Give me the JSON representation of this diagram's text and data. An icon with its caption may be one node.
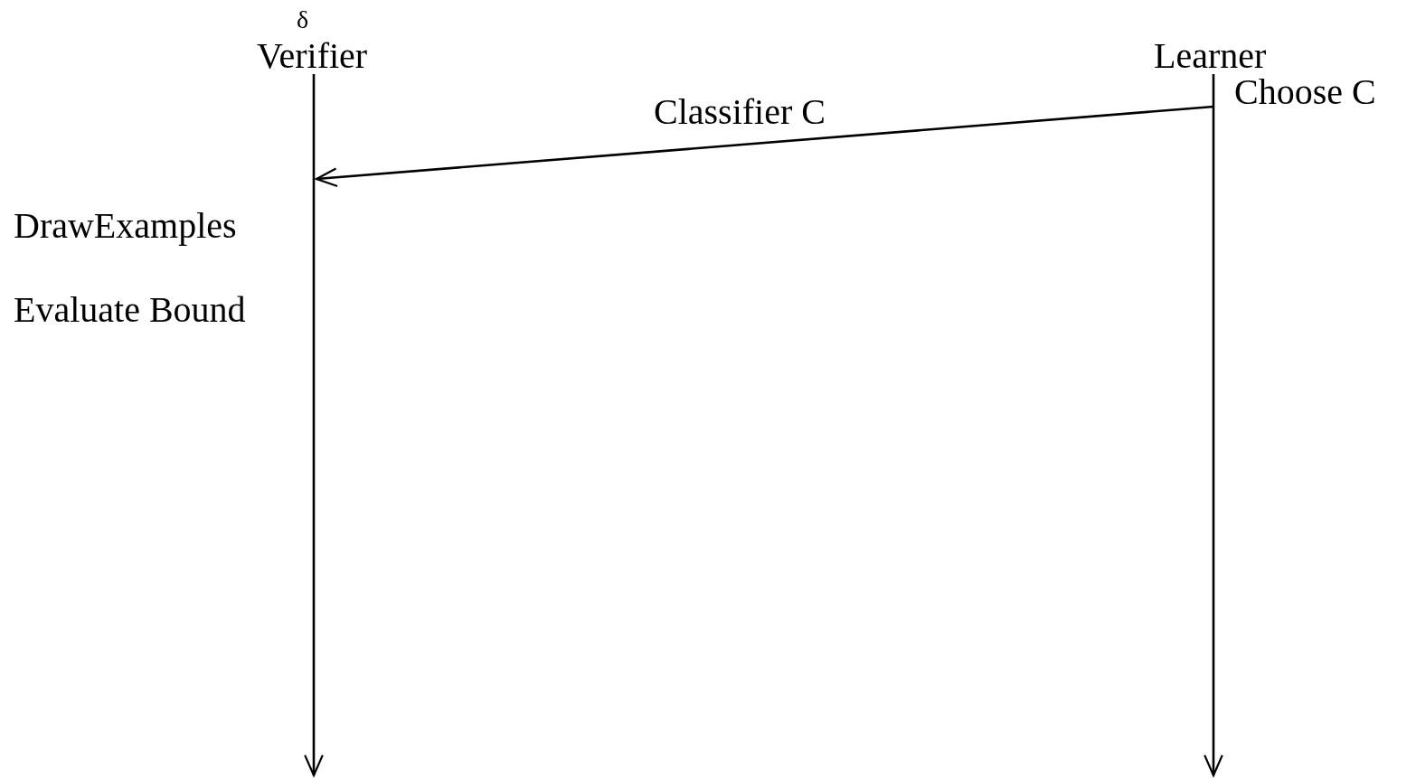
{
  "diagram": {
    "nodes": [
      {
        "text": [
          "Verifier"
        ]
      },
      {
        "text": [
          "Learner"
        ]
      }
    ],
    "edges": [
      {
        "from": 0,
        "to": null,
        "arrow": "to"
      },
      {
        "from": 1,
        "to": null,
        "arrow": "to"
      },
      {
        "from": 1,
        "to": 0,
        "arrow": "to",
        "label": "Classifier C"
      }
    ],
    "labels": [
      "δ",
      "Choose C",
      "DrawExamples",
      "Evaluate Bound"
    ]
  }
}
